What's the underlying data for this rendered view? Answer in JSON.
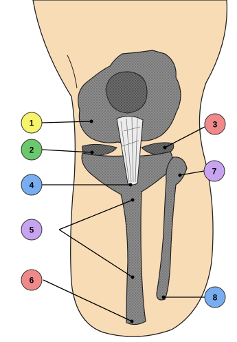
{
  "badges": [
    {
      "label": "1",
      "color": "#f7f36b"
    },
    {
      "label": "2",
      "color": "#6cc86c"
    },
    {
      "label": "3",
      "color": "#f08a8a"
    },
    {
      "label": "4",
      "color": "#78aef0"
    },
    {
      "label": "5",
      "color": "#c8a4f0"
    },
    {
      "label": "6",
      "color": "#f08a8a"
    },
    {
      "label": "7",
      "color": "#c8a4f0"
    },
    {
      "label": "8",
      "color": "#78aef0"
    }
  ],
  "colors": {
    "skin": "#f8dcb6",
    "bone": "#8c8c8c",
    "bone_dark": "#5a5a5a",
    "ligament": "#ececec",
    "outline": "#222222"
  }
}
